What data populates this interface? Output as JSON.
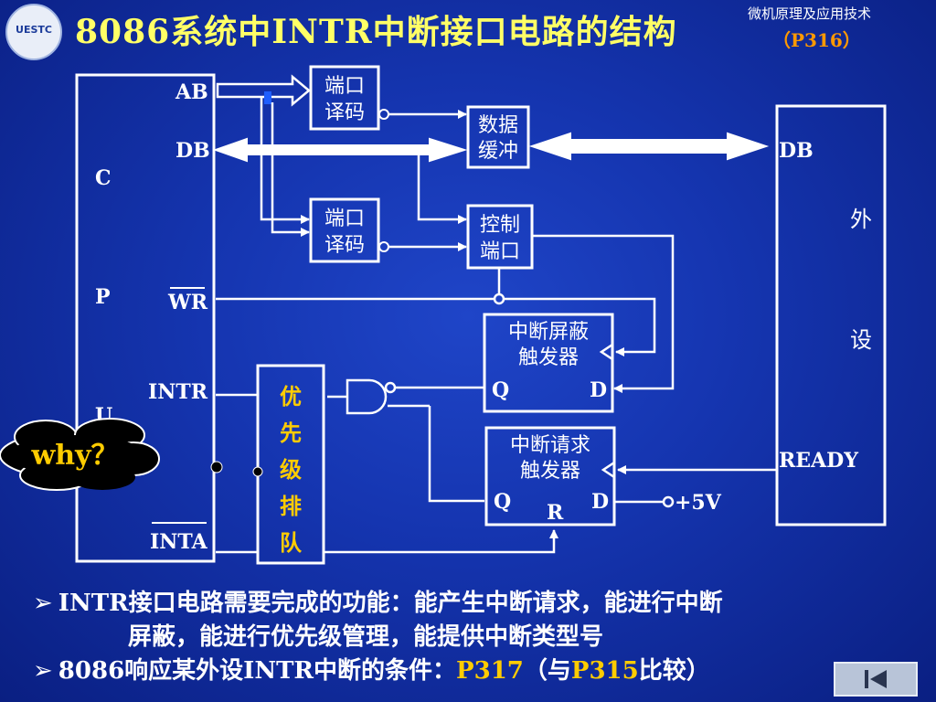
{
  "header": {
    "title": "8086系统中INTR中断接口电路的结构",
    "title_ref": "（P316）",
    "course": "微机原理及应用技术",
    "logo_text": "UESTC"
  },
  "diagram": {
    "cpu_letters": [
      "C",
      "P",
      "U"
    ],
    "cpu_signals": {
      "ab": "AB",
      "db": "DB",
      "wr": "WR",
      "intr": "INTR",
      "inta": "INTA"
    },
    "port_decoder_1": [
      "端口",
      "译码"
    ],
    "data_buffer": [
      "数据",
      "缓冲"
    ],
    "port_decoder_2": [
      "端口",
      "译码"
    ],
    "control_port": [
      "控制",
      "端口"
    ],
    "mask_flipflop": {
      "lines": [
        "中断屏蔽",
        "触发器"
      ],
      "q": "Q",
      "d": "D"
    },
    "request_flipflop": {
      "lines": [
        "中断请求",
        "触发器"
      ],
      "q": "Q",
      "d": "D",
      "r": "R"
    },
    "priority_queue": [
      "优",
      "先",
      "级",
      "排",
      "队"
    ],
    "plus5v": "+5V",
    "peripheral": {
      "db": "DB",
      "ready": "READY",
      "chars": [
        "外",
        "设"
      ]
    },
    "why_cloud": "why？"
  },
  "bullets": {
    "b1_line1": "INTR接口电路需要完成的功能：能产生中断请求，能进行中断",
    "b1_line2": "屏蔽，能进行优先级管理，能提供中断类型号",
    "b2_prefix": "8086响应某外设INTR中断的条件：",
    "b2_ref1": "P317",
    "b2_mid": "（与",
    "b2_ref2": "P315",
    "b2_suffix": "比较）"
  },
  "colors": {
    "background": "#1535b0",
    "title": "#ffff66",
    "highlight": "#ffcc00",
    "ref": "#ff9900",
    "lines": "#ffffff"
  }
}
